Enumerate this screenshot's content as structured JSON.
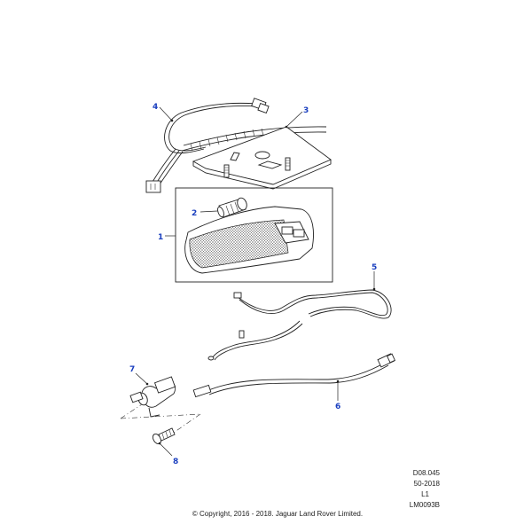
{
  "callouts": [
    {
      "id": "1",
      "label": "1"
    },
    {
      "id": "2",
      "label": "2"
    },
    {
      "id": "3",
      "label": "3"
    },
    {
      "id": "4",
      "label": "4"
    },
    {
      "id": "5",
      "label": "5"
    },
    {
      "id": "6",
      "label": "6"
    },
    {
      "id": "7",
      "label": "7"
    },
    {
      "id": "8",
      "label": "8"
    }
  ],
  "reference": {
    "line1": "D08.045",
    "line2": "50-2018",
    "line3": "L1",
    "line4": "LM0093B"
  },
  "copyright": "© Copyright, 2016 - 2018. Jaguar Land Rover Limited.",
  "colors": {
    "callout": "#1a3fbf",
    "linework": "#222222",
    "background": "#ffffff"
  }
}
